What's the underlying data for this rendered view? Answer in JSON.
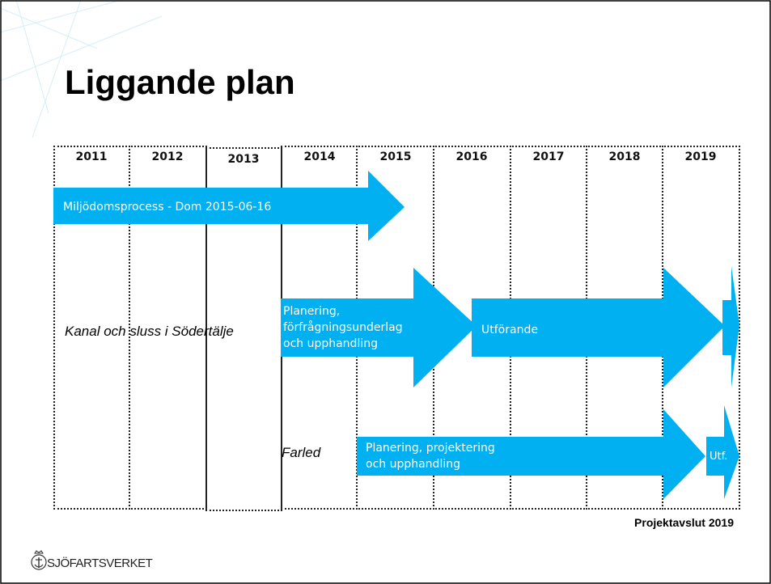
{
  "title": "Liggande plan",
  "years": [
    "2011",
    "2012",
    "2013",
    "2014",
    "2015",
    "2016",
    "2017",
    "2018",
    "2019"
  ],
  "rows": {
    "row1_label": "",
    "row2_label": "Kanal och sluss i Södertälje",
    "row3_label": "Farled"
  },
  "bars": {
    "miljodom": "Miljödomsprocess - Dom 2015-06-16",
    "kanal_planering": [
      "Planering,",
      "förfrågningsunderlag",
      "och upphandling"
    ],
    "kanal_utforande": "Utförande",
    "farled_planering": [
      "Planering, projektering",
      "och upphandling"
    ],
    "farled_utf": "Utf."
  },
  "footer": "Projektavslut 2019",
  "logo": "SJÖFARTSVERKET",
  "colors": {
    "arrow": "#00b0f0",
    "text_on_arrow": "#ffffff"
  }
}
